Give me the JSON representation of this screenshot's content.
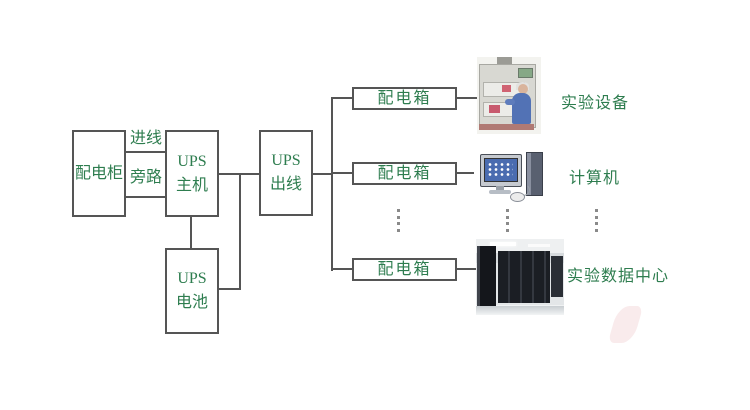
{
  "colors": {
    "label_green": "#2e7d4f",
    "line_gray": "#555555",
    "background": "#ffffff"
  },
  "diagram": {
    "cabinet": {
      "label": "配电柜"
    },
    "incoming_label": "进线",
    "bypass_label": "旁路",
    "ups_host": {
      "line1": "UPS",
      "line2": "主机"
    },
    "ups_battery": {
      "line1": "UPS",
      "line2": "电池"
    },
    "ups_output": {
      "line1": "UPS",
      "line2": "出线"
    },
    "branches": [
      {
        "box_label": "配电箱",
        "image": "lab-equipment-photo",
        "target_label": "实验设备"
      },
      {
        "box_label": "配电箱",
        "image": "desktop-computer-clipart",
        "target_label": "计算机"
      },
      {
        "box_label": "配电箱",
        "image": "data-center-photo",
        "target_label": "实验数据中心"
      }
    ]
  }
}
